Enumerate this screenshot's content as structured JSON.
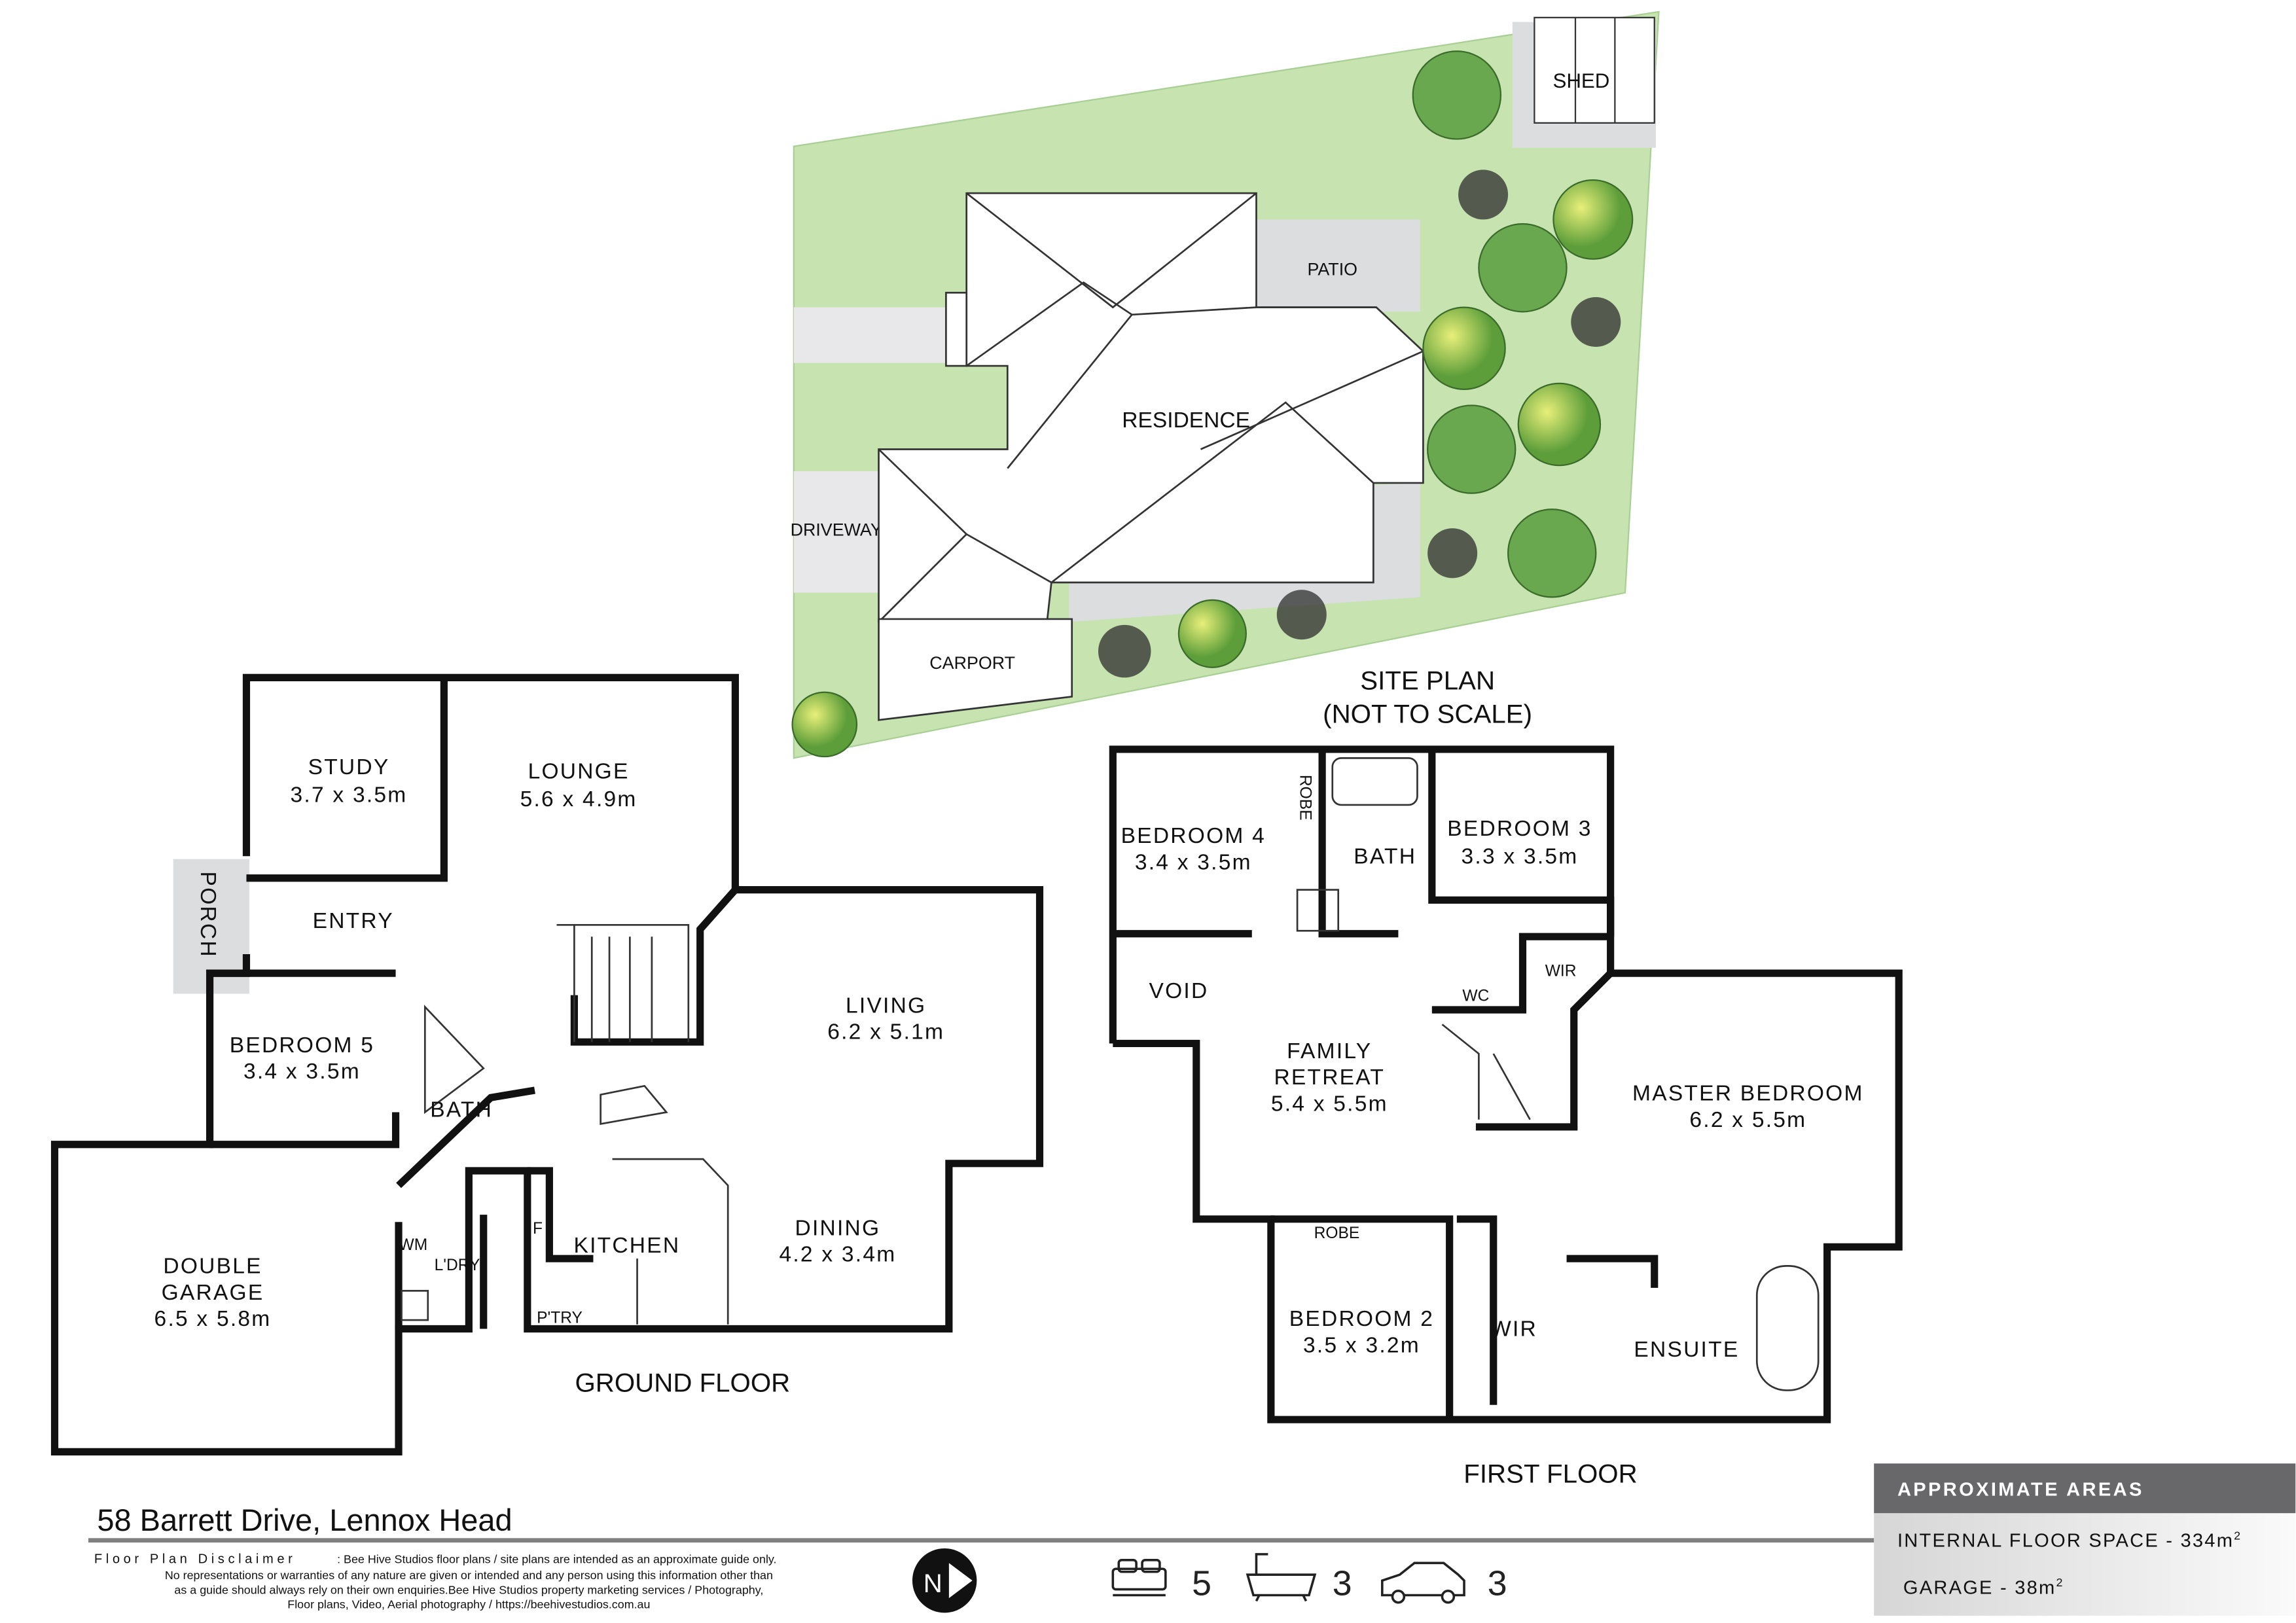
{
  "address": "58 Barrett Drive, Lennox Head",
  "disclaimer": {
    "heading": "Floor Plan Disclaimer",
    "lines": [
      ": Bee Hive Studios  floor plans / site plans are intended as an approximate guide only.",
      "No representations or warranties of any nature are given or intended and any person using this information other than",
      "as a guide should always rely on their own enquiries.Bee Hive Studios property marketing services  / Photography,",
      "Floor plans,  Video, Aerial photography / https://beehivestudios.com.au"
    ]
  },
  "site_plan": {
    "title": "SITE PLAN",
    "subtitle": "(NOT TO SCALE)",
    "labels": {
      "shed": "SHED",
      "patio": "PATIO",
      "residence": "RESIDENCE",
      "driveway": "DRIVEWAY",
      "carport": "CARPORT"
    },
    "colors": {
      "lawn": "#c6e3b0",
      "paving": "#dcdddf"
    }
  },
  "ground_floor": {
    "title": "GROUND FLOOR",
    "rooms": [
      {
        "name": "STUDY",
        "size": "3.7 x 3.5m"
      },
      {
        "name": "LOUNGE",
        "size": "5.6 x 4.9m"
      },
      {
        "name": "PORCH"
      },
      {
        "name": "ENTRY"
      },
      {
        "name": "BEDROOM 5",
        "size": "3.4 x 3.5m"
      },
      {
        "name": "BATH"
      },
      {
        "name": "LIVING",
        "size": "6.2 x 5.1m"
      },
      {
        "name": "DOUBLE",
        "name2": "GARAGE",
        "size": "6.5 x 5.8m"
      },
      {
        "name": "WM"
      },
      {
        "name": "L'DRY"
      },
      {
        "name": "F"
      },
      {
        "name": "KITCHEN"
      },
      {
        "name": "P'TRY"
      },
      {
        "name": "DINING",
        "size": "4.2 x 3.4m"
      }
    ]
  },
  "first_floor": {
    "title": "FIRST FLOOR",
    "rooms": [
      {
        "name": "BEDROOM 4",
        "size": "3.4 x 3.5m"
      },
      {
        "name": "ROBE"
      },
      {
        "name": "BATH"
      },
      {
        "name": "BEDROOM 3",
        "size": "3.3 x 3.5m"
      },
      {
        "name": "VOID"
      },
      {
        "name": "WC"
      },
      {
        "name": "WIR"
      },
      {
        "name": "FAMILY",
        "name2": "RETREAT",
        "size": "5.4 x 5.5m"
      },
      {
        "name": "MASTER BEDROOM",
        "size": "6.2 x 5.5m"
      },
      {
        "name": "ROBE"
      },
      {
        "name": "BEDROOM 2",
        "size": "3.5 x 3.2m"
      },
      {
        "name": "WIR"
      },
      {
        "name": "ENSUITE"
      }
    ]
  },
  "features": {
    "bedrooms": "5",
    "bathrooms": "3",
    "car_spaces": "3"
  },
  "areas": {
    "heading": "APPROXIMATE AREAS",
    "internal_label": "INTERNAL FLOOR SPACE - ",
    "internal_value": "334m",
    "garage_label": "GARAGE -  ",
    "garage_value": "38m",
    "unit_sup": "2",
    "header_color": "#68686a"
  }
}
